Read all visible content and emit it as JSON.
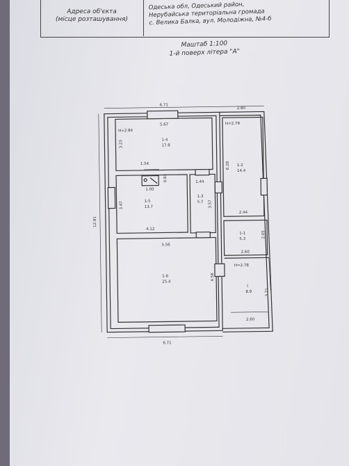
{
  "header": {
    "address_label_1": "Адреса об'єкта",
    "address_label_2": "(місце розташування)",
    "address_line_1": "Одеська обл, Одеський район,",
    "address_line_2": "Нерубайська територіальна громада",
    "address_line_3": "с. Велика Балка, вул. Молодіжна, №4-б"
  },
  "plan": {
    "scale": "Маштаб 1:100",
    "floor": "1-й поверх літера \"А\"",
    "dims": {
      "top_width": "6.71",
      "top_right": "2.80",
      "bottom_width": "6.71",
      "left_height": "12.91",
      "room1_width": "5.67",
      "room1_height": "3.23",
      "stove_width": "1.54",
      "hall_width": "1.44",
      "room2_inner": "1.00",
      "room2_side": "0.83",
      "room2_height": "3.47",
      "room2_width": "4.12",
      "hall_height": "3.57",
      "room3_height": "6.28",
      "room3_width": "2.44",
      "room5_height": "2.05",
      "room5_width": "2.60",
      "room6_width": "5.56",
      "room6_height": "4.56",
      "veranda_height": "3.71",
      "veranda_width": "2.60"
    },
    "heights": {
      "h1": "H=2.84",
      "h2": "H=2.79",
      "h3": "H=2.78"
    },
    "rooms": {
      "r1": "1-4",
      "r1_area": "17.8",
      "r2": "1-5",
      "r2_area": "13.7",
      "r3": "1-2",
      "r3_area": "14.4",
      "r4": "1-3",
      "r4_area": "5.7",
      "r5": "1-1",
      "r5_area": "5.3",
      "r6": "1-6",
      "r6_area": "25.4",
      "r7": "I",
      "r7_area": "8.9"
    }
  }
}
